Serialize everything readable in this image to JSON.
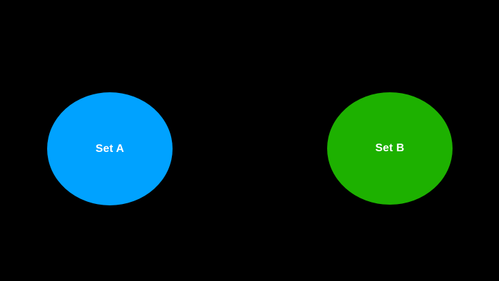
{
  "slide": {
    "background_color": "#000000",
    "diagram": {
      "type": "set-diagram",
      "sets": [
        {
          "label": "Set A",
          "fill_color": "#00A2FF",
          "text_color": "#FFFFFF"
        },
        {
          "label": "Set B",
          "fill_color": "#1DB100",
          "text_color": "#FFFFFF"
        }
      ]
    }
  }
}
